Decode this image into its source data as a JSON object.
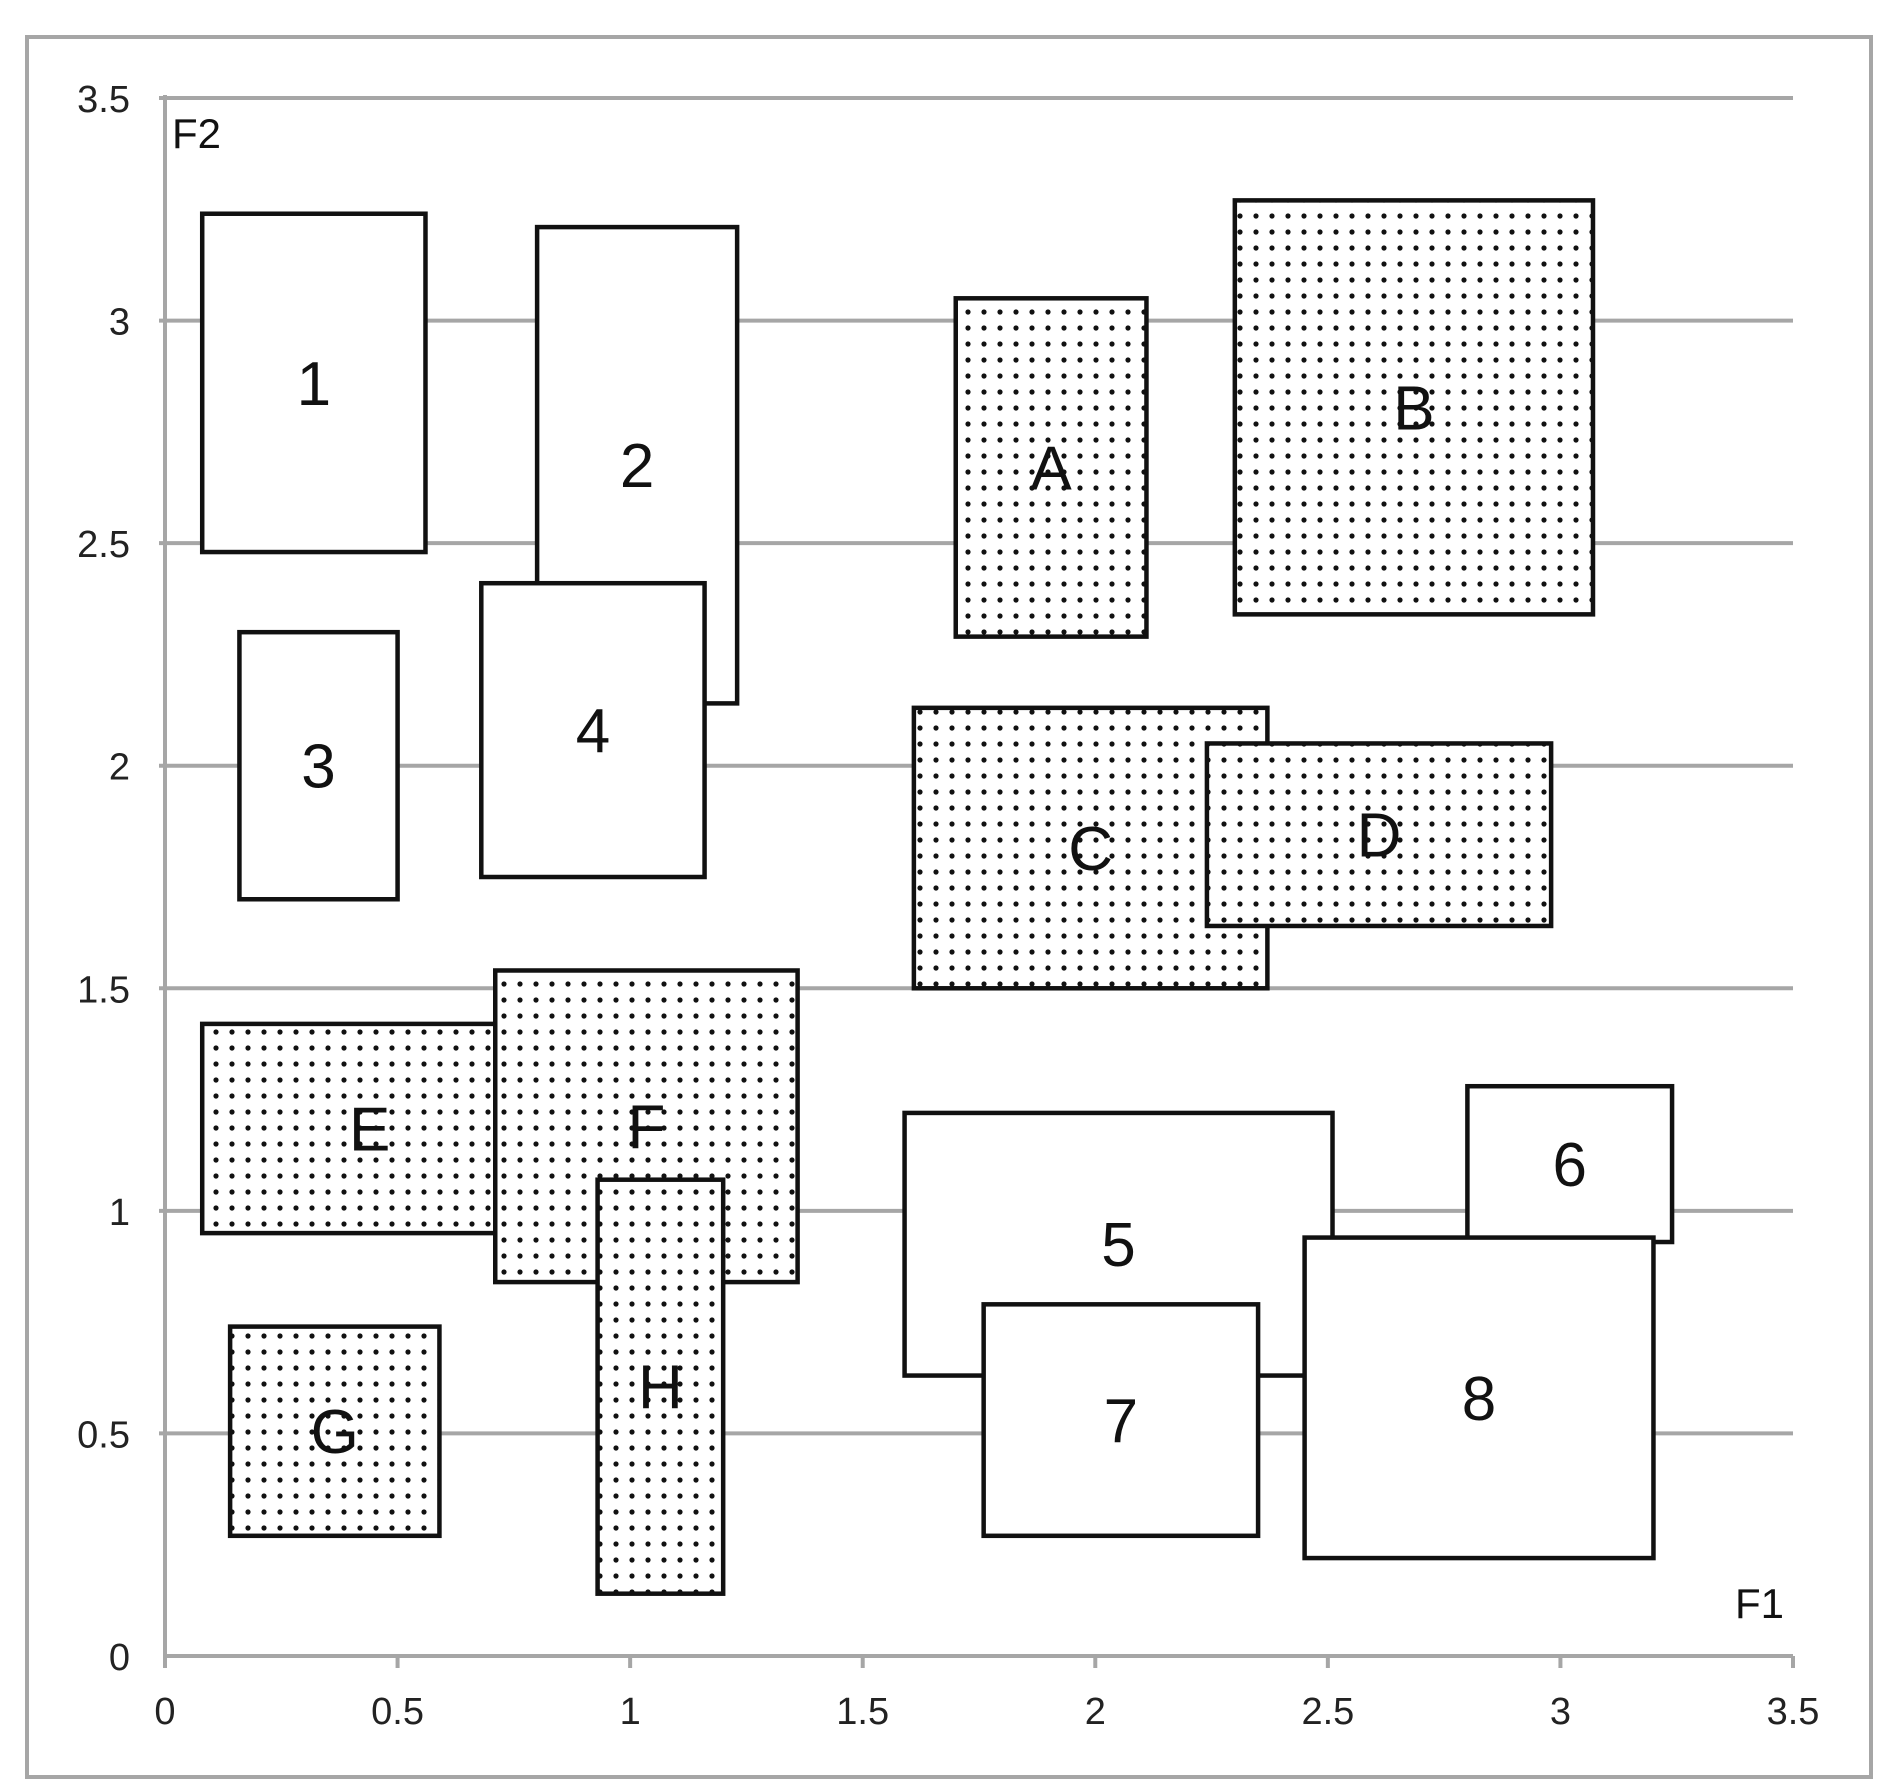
{
  "chart_data": {
    "type": "scatter",
    "title": "",
    "xlabel": "F1",
    "ylabel": "F2",
    "xlim": [
      0,
      3.5
    ],
    "ylim": [
      0,
      3.5
    ],
    "x_ticks": [
      "0",
      "0.5",
      "1",
      "1.5",
      "2",
      "2.5",
      "3",
      "3.5"
    ],
    "y_ticks": [
      "0",
      "0.5",
      "1",
      "1.5",
      "2",
      "2.5",
      "3",
      "3.5"
    ],
    "grid": "horizontal",
    "legend": "none",
    "colors": {
      "grid": "#a6a6a6",
      "outline": "#111111",
      "frame": "#a6a6a6",
      "dots": "#111111"
    },
    "regions": [
      {
        "label": "1",
        "fill": "plain",
        "x0": 0.08,
        "x1": 0.56,
        "y0": 2.48,
        "y1": 3.24
      },
      {
        "label": "2",
        "fill": "plain",
        "x0": 0.8,
        "x1": 1.23,
        "y0": 2.14,
        "y1": 3.21
      },
      {
        "label": "3",
        "fill": "plain",
        "x0": 0.16,
        "x1": 0.5,
        "y0": 1.7,
        "y1": 2.3
      },
      {
        "label": "4",
        "fill": "plain",
        "x0": 0.68,
        "x1": 1.16,
        "y0": 1.75,
        "y1": 2.41
      },
      {
        "label": "A",
        "fill": "dotted",
        "x0": 1.7,
        "x1": 2.11,
        "y0": 2.29,
        "y1": 3.05
      },
      {
        "label": "B",
        "fill": "dotted",
        "x0": 2.3,
        "x1": 3.07,
        "y0": 2.34,
        "y1": 3.27
      },
      {
        "label": "C",
        "fill": "dotted",
        "x0": 1.61,
        "x1": 2.37,
        "y0": 1.5,
        "y1": 2.13
      },
      {
        "label": "D",
        "fill": "dotted",
        "x0": 2.24,
        "x1": 2.98,
        "y0": 1.64,
        "y1": 2.05
      },
      {
        "label": "E",
        "fill": "dotted",
        "x0": 0.08,
        "x1": 0.8,
        "y0": 0.95,
        "y1": 1.42
      },
      {
        "label": "F",
        "fill": "dotted",
        "x0": 0.71,
        "x1": 1.36,
        "y0": 0.84,
        "y1": 1.54
      },
      {
        "label": "G",
        "fill": "dotted",
        "x0": 0.14,
        "x1": 0.59,
        "y0": 0.27,
        "y1": 0.74
      },
      {
        "label": "H",
        "fill": "dotted",
        "x0": 0.93,
        "x1": 1.2,
        "y0": 0.14,
        "y1": 1.07
      },
      {
        "label": "5",
        "fill": "plain",
        "x0": 1.59,
        "x1": 2.51,
        "y0": 0.63,
        "y1": 1.22
      },
      {
        "label": "6",
        "fill": "plain",
        "x0": 2.8,
        "x1": 3.24,
        "y0": 0.93,
        "y1": 1.28
      },
      {
        "label": "7",
        "fill": "plain",
        "x0": 1.76,
        "x1": 2.35,
        "y0": 0.27,
        "y1": 0.79
      },
      {
        "label": "8",
        "fill": "plain",
        "x0": 2.45,
        "x1": 3.2,
        "y0": 0.22,
        "y1": 0.94
      }
    ]
  }
}
